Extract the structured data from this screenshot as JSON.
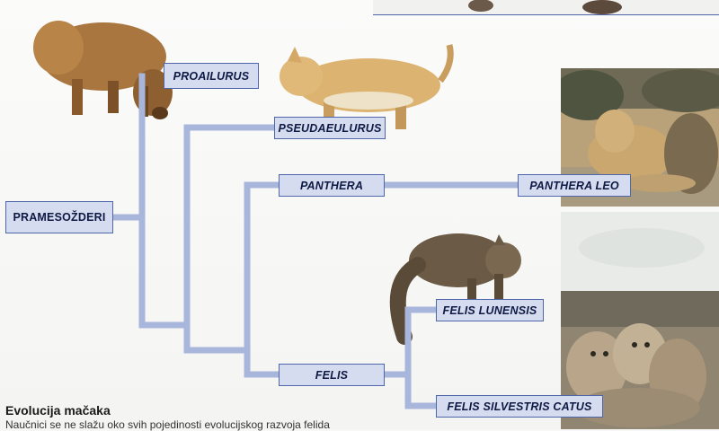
{
  "nodes": {
    "proailurus": "PROAILURUS",
    "pseudaelurus": "PSEUDAEULURUS",
    "panthera": "PANTHERA",
    "panthera_leo": "PANTHERA LEO",
    "pramesozderi": "PRAMESOŽDERI",
    "felis": "FELIS",
    "felis_lunensis": "FELIS LUNENSIS",
    "felis_silvestris_catus": "FELIS SILVESTRIS CATUS"
  },
  "caption": {
    "title": "Evolucija mačaka",
    "text": "Naučnici se ne slažu oko svih pojedinosti evolucijskog razvoja felida"
  },
  "colors": {
    "line": "#a9b6dc",
    "box_fill": "#d6dcef",
    "box_border": "#4f67aa"
  }
}
